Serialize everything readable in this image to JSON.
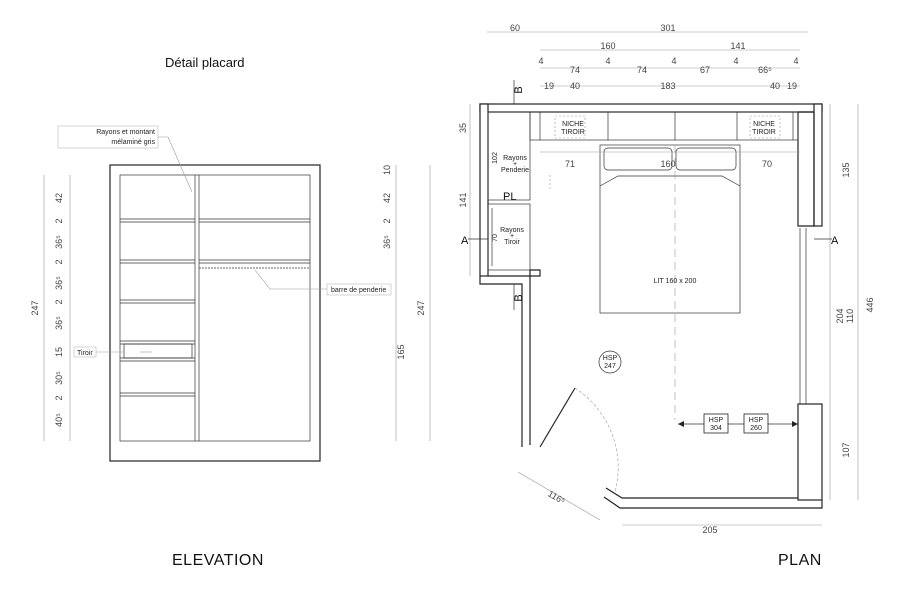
{
  "elevation": {
    "title": "Détail placard",
    "caption": "ELEVATION",
    "label_shelves": [
      "Rayons et montant",
      "mélaminé gris"
    ],
    "label_rod": "barre de penderie",
    "label_drawer": "Tiroir",
    "left_dims": [
      "42",
      "2",
      "36⁵",
      "2",
      "36⁵",
      "2",
      "36⁵",
      "15",
      "30⁵",
      "2",
      "40⁵"
    ],
    "left_total": "247",
    "right_dims": [
      "10",
      "42",
      "2",
      "36⁵"
    ],
    "right_lower": "165",
    "right_total": "247"
  },
  "plan": {
    "caption": "PLAN",
    "top_row1": [
      "60",
      "301"
    ],
    "top_row2": [
      "160",
      "141"
    ],
    "top_row3": [
      "4",
      "74",
      "4",
      "74",
      "4",
      "67",
      "4",
      "66⁵",
      "4"
    ],
    "top_row4": [
      "19",
      "40",
      "183",
      "40",
      "19"
    ],
    "niche_left": [
      "NICHE",
      "TIROIR"
    ],
    "niche_right": [
      "NICHE",
      "TIROIR"
    ],
    "rayons_penderie": [
      "Rayons",
      "+",
      "Penderie"
    ],
    "rayons_tiroir": [
      "Rayons",
      "+",
      "Tiroir"
    ],
    "pl": "PL",
    "bed_label": "LIT 160 x 200",
    "bed_dims": [
      "71",
      "160",
      "70"
    ],
    "left_dims": [
      "35",
      "141"
    ],
    "closet_dims": [
      "102",
      "70"
    ],
    "right_dims": [
      "135",
      "204",
      "110",
      "446",
      "107"
    ],
    "hsp_center": [
      "HSP",
      "247"
    ],
    "hsp_a": [
      "HSP",
      "304"
    ],
    "hsp_b": [
      "HSP",
      "260"
    ],
    "door_dim": "116⁵",
    "bottom_dim": "205",
    "section_a": "A",
    "section_b": "B"
  }
}
